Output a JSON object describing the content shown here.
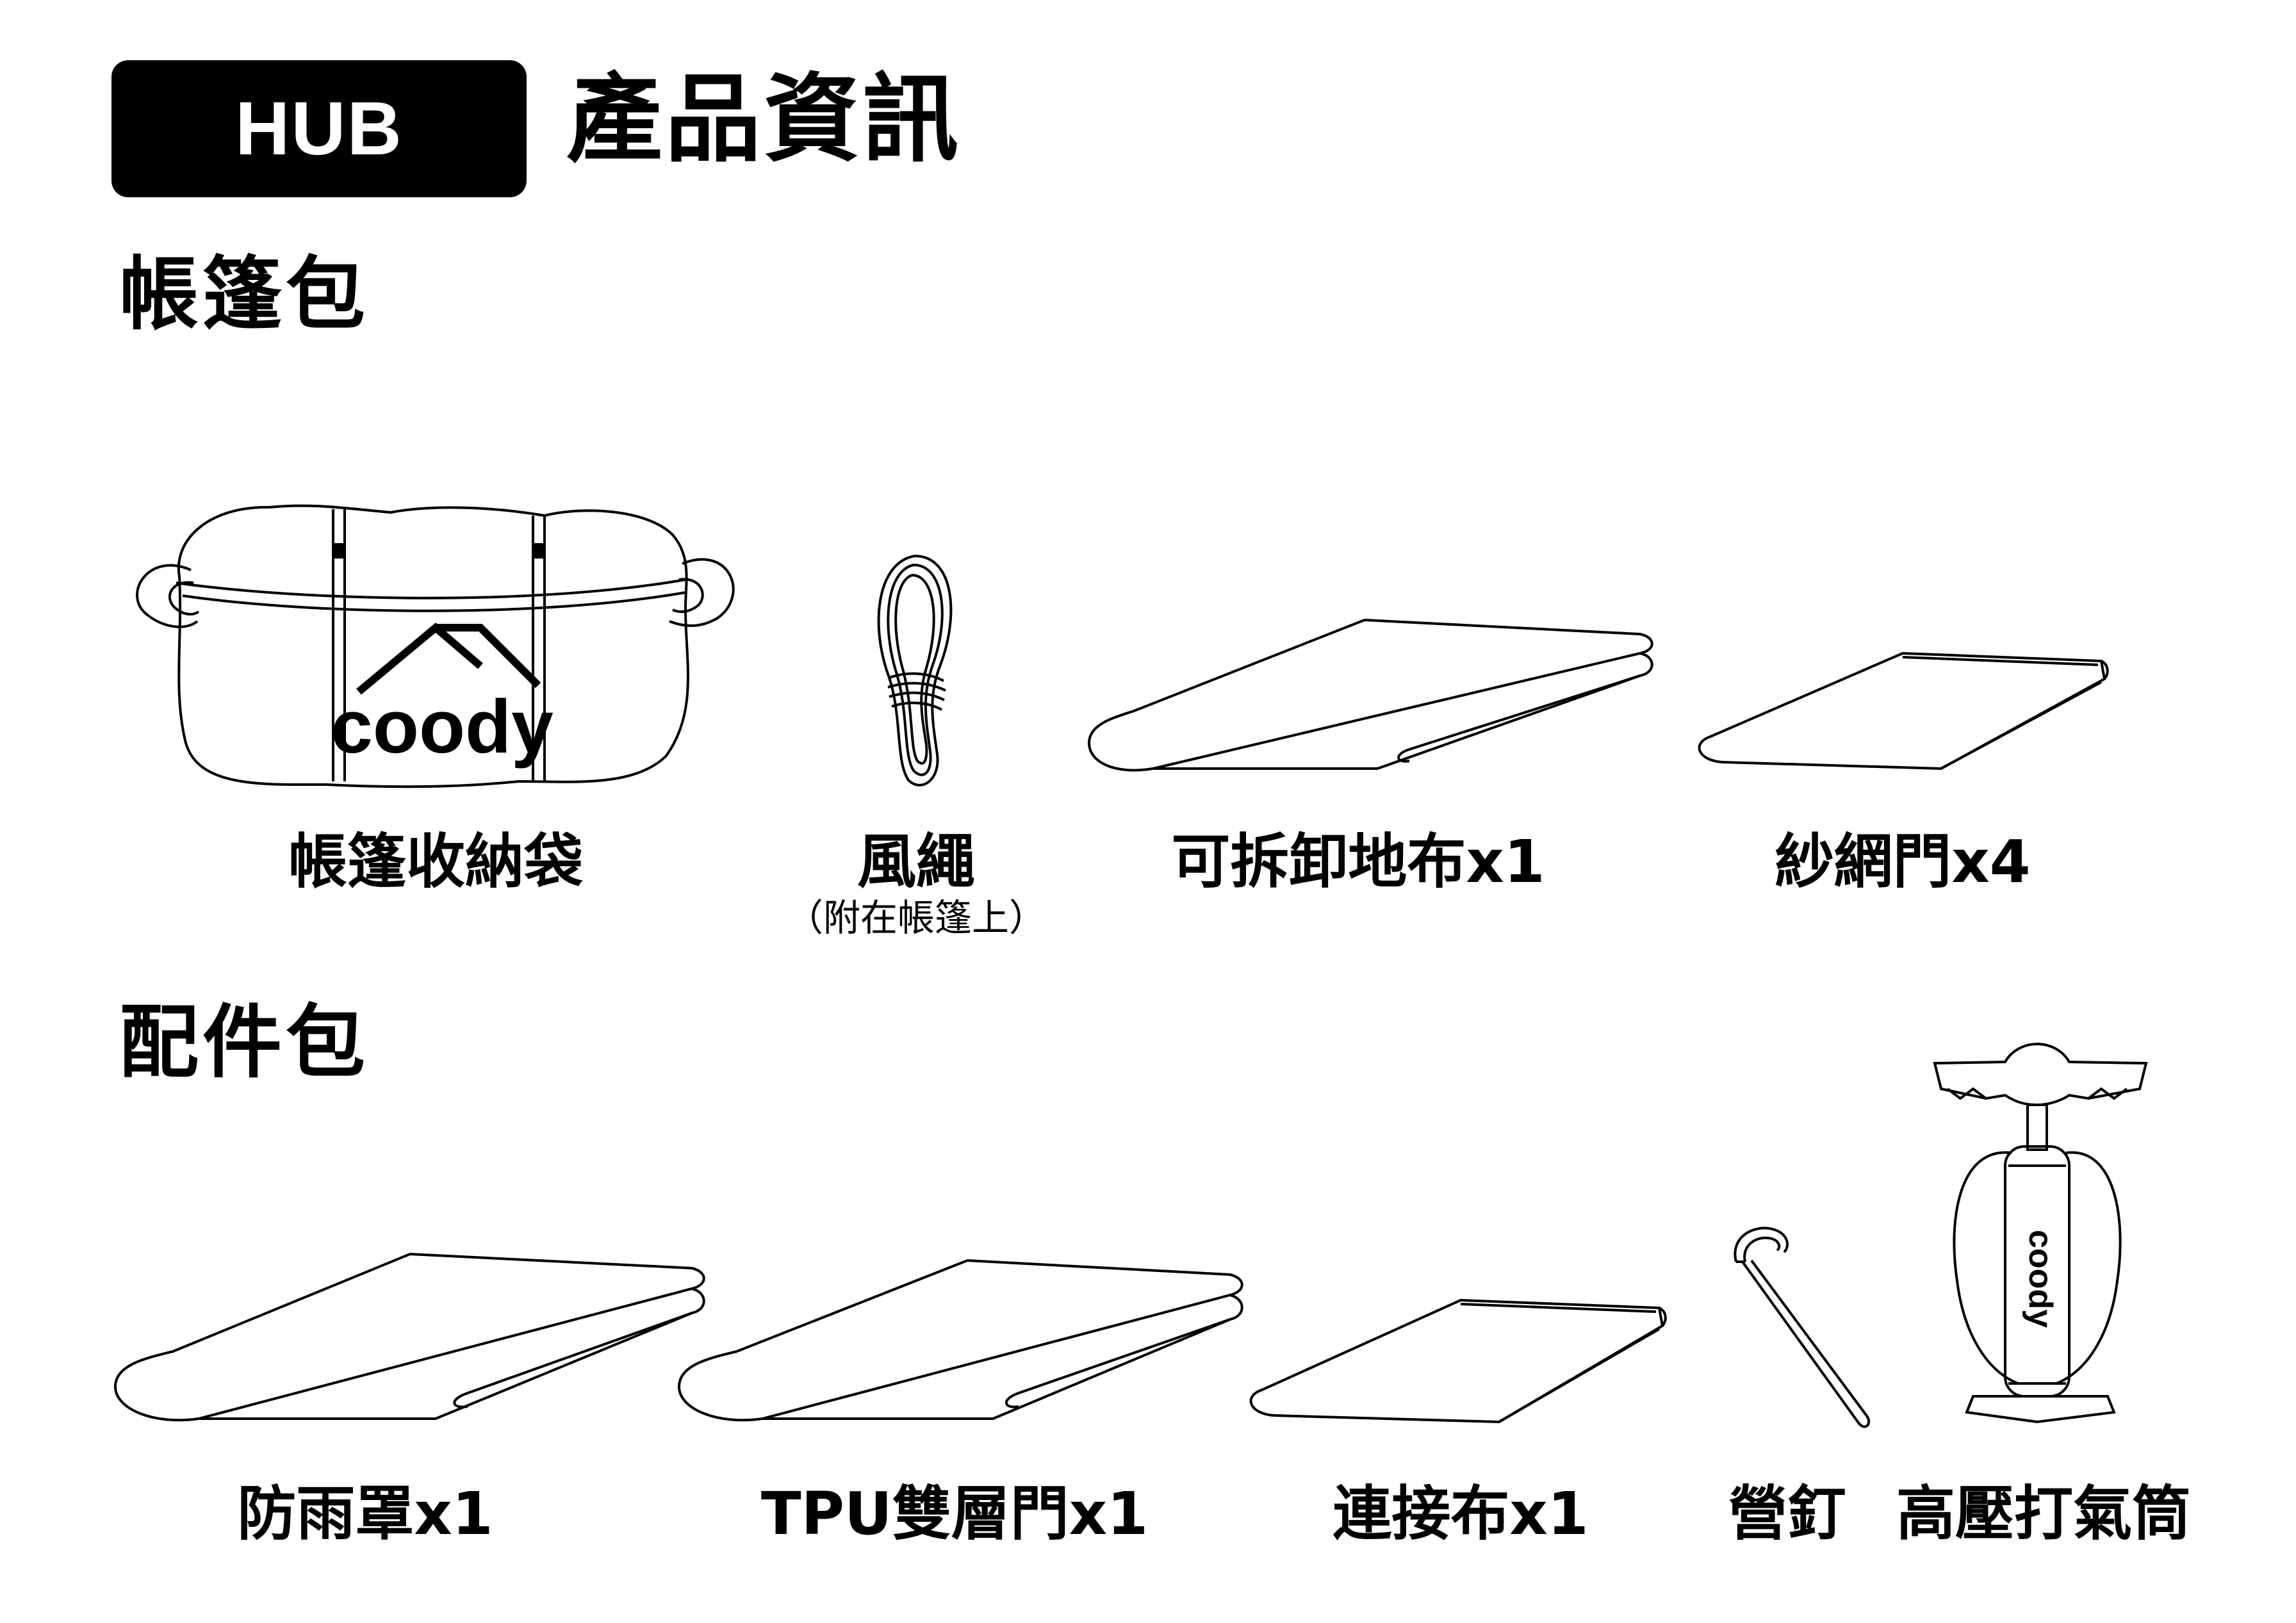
{
  "header": {
    "badge": "HUB",
    "title": "產品資訊"
  },
  "sections": [
    {
      "title": "帳篷包",
      "items": [
        {
          "label": "帳篷收納袋",
          "icon": "tent-bag-icon"
        },
        {
          "label": "風繩",
          "note": "（附在帳篷上）",
          "icon": "rope-icon"
        },
        {
          "label": "可拆卸地布x1",
          "icon": "folded-groundsheet-icon"
        },
        {
          "label": "紗網門x4",
          "icon": "folded-mesh-door-icon"
        }
      ]
    },
    {
      "title": "配件包",
      "items": [
        {
          "label": "防雨罩x1",
          "icon": "folded-rain-cover-icon"
        },
        {
          "label": "TPU雙層門x1",
          "icon": "folded-tpu-door-icon"
        },
        {
          "label": "連接布x1",
          "icon": "folded-connector-cloth-icon"
        },
        {
          "label": "營釘",
          "icon": "tent-stake-icon"
        },
        {
          "label": "高壓打氣筒",
          "icon": "air-pump-icon"
        }
      ]
    }
  ],
  "logo_text": "coody"
}
